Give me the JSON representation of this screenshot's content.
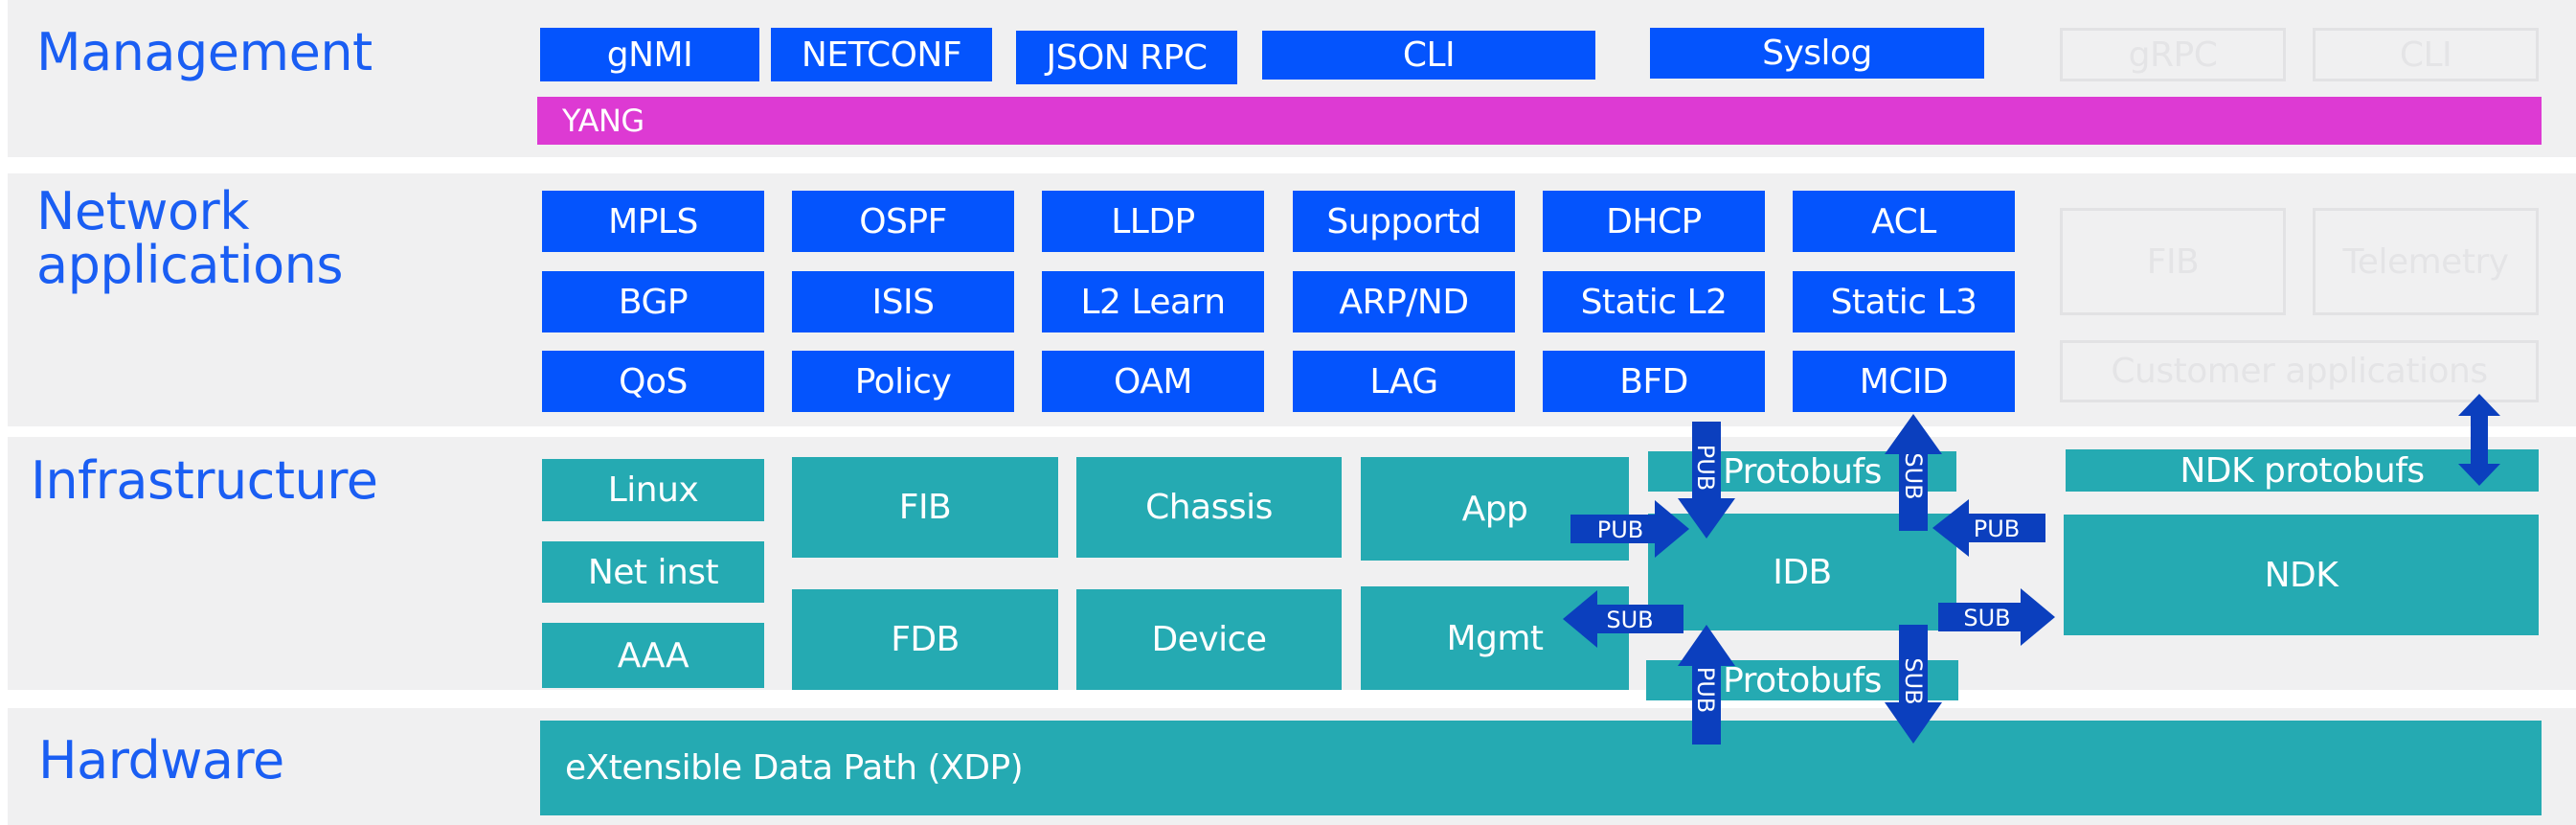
{
  "layers": {
    "management": "Management",
    "network": "Network\napplications",
    "infrastructure": "Infrastructure",
    "hardware": "Hardware"
  },
  "management": {
    "interfaces": [
      "gNMI",
      "NETCONF",
      "JSON RPC",
      "CLI",
      "Syslog"
    ],
    "ghost": [
      "gRPC",
      "CLI"
    ],
    "yang": "YANG"
  },
  "network_apps": {
    "rows": [
      [
        "MPLS",
        "OSPF",
        "LLDP",
        "Supportd",
        "DHCP",
        "ACL"
      ],
      [
        "BGP",
        "ISIS",
        "L2 Learn",
        "ARP/ND",
        "Static L2",
        "Static L3"
      ],
      [
        "QoS",
        "Policy",
        "OAM",
        "LAG",
        "BFD",
        "MCID"
      ]
    ],
    "ghost": [
      "FIB",
      "Telemetry",
      "Customer applications"
    ]
  },
  "infrastructure": {
    "left": [
      "Linux",
      "Net inst",
      "AAA"
    ],
    "fib": "FIB",
    "fdb": "FDB",
    "chassis": "Chassis",
    "device": "Device",
    "app": "App",
    "mgmt": "Mgmt",
    "idb": "IDB",
    "protobufs_top": "Protobufs",
    "protobufs_bottom": "Protobufs",
    "ndk_protobufs": "NDK protobufs",
    "ndk": "NDK",
    "arrows": {
      "pub_app": "PUB",
      "sub_mgmt": "SUB",
      "pub_top": "PUB",
      "sub_top": "SUB",
      "pub_right": "PUB",
      "sub_right": "SUB",
      "pub_bottom": "PUB",
      "sub_bottom": "SUB"
    }
  },
  "hardware": {
    "xdp": "eXtensible Data Path (XDP)"
  },
  "colors": {
    "accent_blue": "#0454fd",
    "title_blue": "#1a5ef3",
    "teal": "#25aab2",
    "magenta": "#dd3ad3",
    "arrow_blue": "#0b3fbe",
    "band": "#f0f0f1"
  }
}
